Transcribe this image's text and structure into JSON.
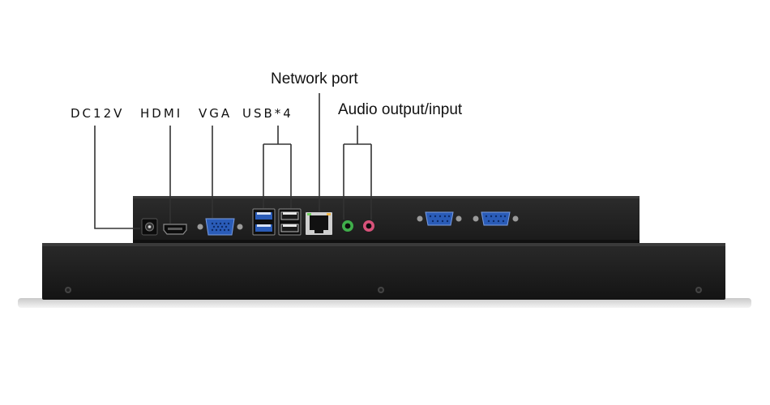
{
  "labels": {
    "dc": "DC12V",
    "hdmi": "HDMI",
    "vga": "VGA",
    "usb": "USB*4",
    "network": "Network port",
    "audio": "Audio output/input"
  },
  "colors": {
    "chassis": "#1c1c1c",
    "rear_panel": "#232323",
    "port_blue": "#2a5cb8",
    "audio_green": "#3fae4a",
    "audio_pink": "#d8527a",
    "leader_line": "#333333"
  },
  "icons": [
    "dc-jack-icon",
    "hdmi-port-icon",
    "vga-port-icon",
    "usb-port-icon",
    "ethernet-port-icon",
    "audio-jack-icon",
    "serial-port-icon",
    "screw-icon"
  ]
}
